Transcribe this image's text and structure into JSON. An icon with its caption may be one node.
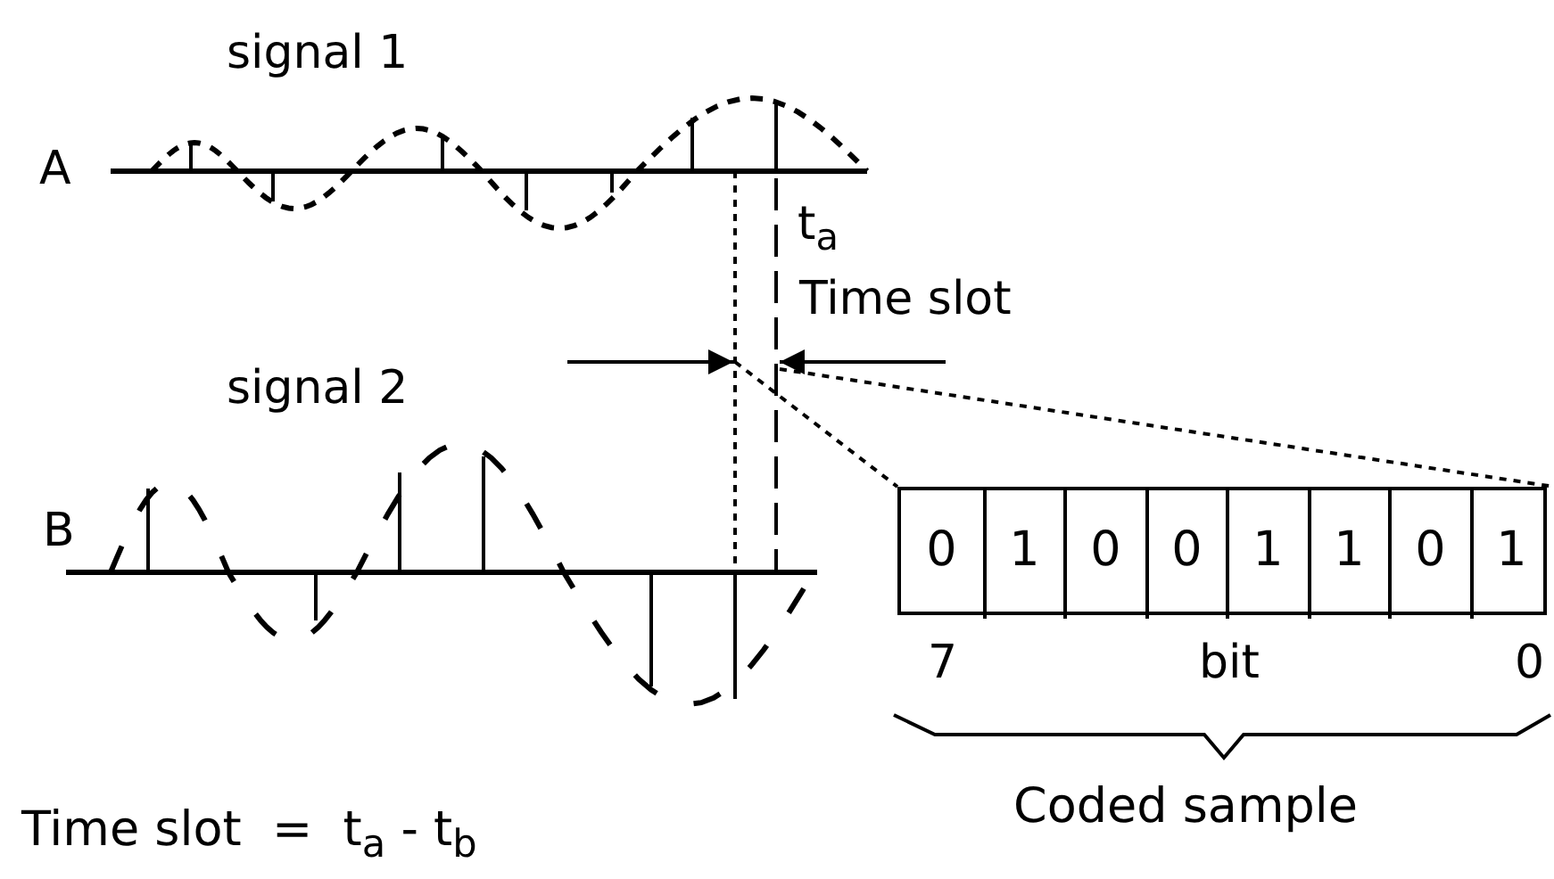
{
  "diagram": {
    "nodes": [
      {
        "text": [],
        "shape": "box"
      },
      {
        "text": [
          "0"
        ],
        "in": 0
      },
      {
        "text": [
          "1"
        ],
        "in": 0
      },
      {
        "text": [
          "0"
        ],
        "in": 0
      },
      {
        "text": [
          "0"
        ],
        "in": 0
      },
      {
        "text": [
          "1"
        ],
        "in": 0
      },
      {
        "text": [
          "1"
        ],
        "in": 0
      },
      {
        "text": [
          "0"
        ],
        "in": 0
      },
      {
        "text": [
          "1"
        ],
        "in": 0
      }
    ],
    "edges": [
      {
        "from": null,
        "to": 1,
        "arrow": "none",
        "style": "dashed"
      },
      {
        "from": null,
        "to": 8,
        "arrow": "none",
        "style": "dashed"
      }
    ],
    "labels": [
      "signal 1",
      "A",
      "t$_{a}$",
      "Time slot",
      "signal 2",
      "B",
      "7",
      "bit",
      "0",
      "Coded sample",
      "Time slot  =  t$_{a}$ - t$_{b}$"
    ]
  }
}
